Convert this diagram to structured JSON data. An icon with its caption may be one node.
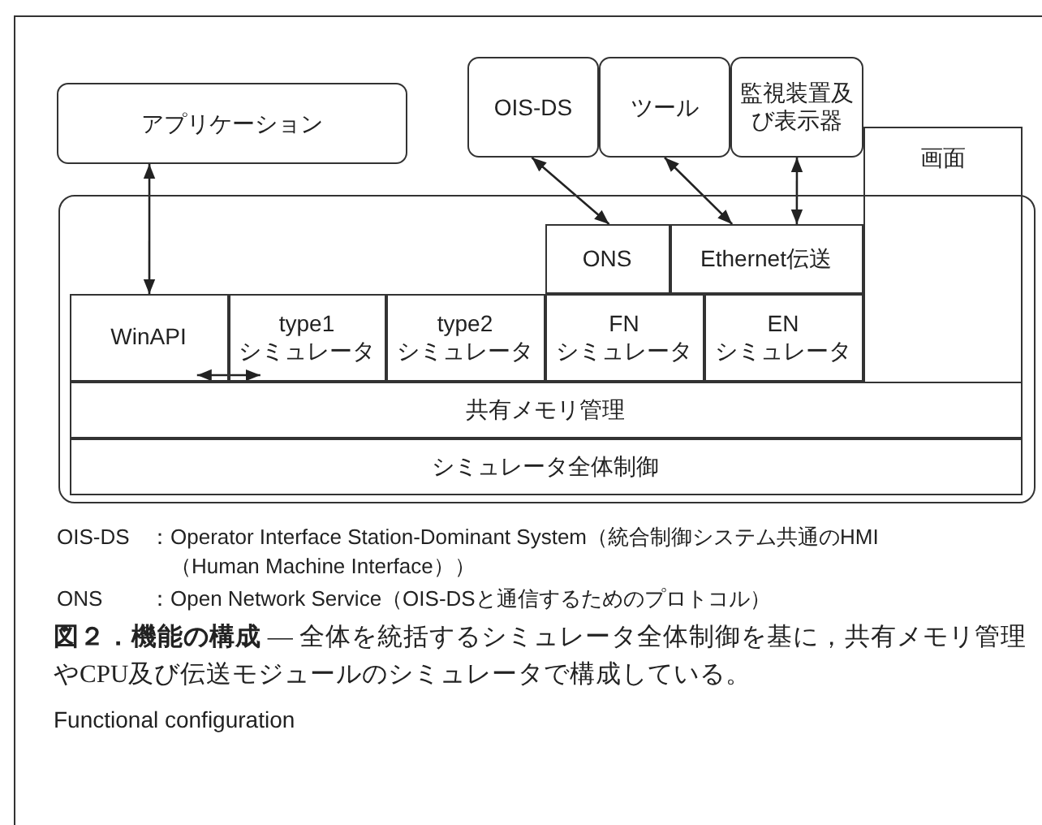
{
  "diagram": {
    "caption": "**図２．機能の構成** — 全体を統括するシミュレータ全体制御を基に，共有メモリ管理やCPU及び伝送モジュールのシミュレータで構成している。",
    "nodes": [
      {
        "text": [
          "アプリケーション"
        ]
      },
      {
        "text": [
          "OIS-DS"
        ]
      },
      {
        "text": [
          "ツール"
        ]
      },
      {
        "text": [
          "監視装置及び表示器"
        ]
      },
      {
        "text": [
          "画面"
        ]
      },
      {
        "text": [],
        "shape": "box"
      },
      {
        "text": [
          "ONS"
        ],
        "in": 5
      },
      {
        "text": [
          "Ethernet伝送"
        ],
        "in": 5
      },
      {
        "text": [
          "WinAPI"
        ],
        "in": 5
      },
      {
        "text": [
          "type1 シミュレータ"
        ],
        "in": 5
      },
      {
        "text": [
          "type2 シミュレータ"
        ],
        "in": 5
      },
      {
        "text": [
          "FN シミュレータ"
        ],
        "in": 5
      },
      {
        "text": [
          "EN シミュレータ"
        ],
        "in": 5
      },
      {
        "text": [
          "共有メモリ管理"
        ],
        "in": 5
      },
      {
        "text": [
          "シミュレータ全体制御"
        ],
        "in": 5
      }
    ],
    "edges": [
      {
        "from": 0,
        "to": 8,
        "arrow": "both"
      },
      {
        "from": 1,
        "to": 6,
        "arrow": "both"
      },
      {
        "from": 2,
        "to": 7,
        "arrow": "both"
      },
      {
        "from": 3,
        "to": 7,
        "arrow": "both"
      },
      {
        "from": 8,
        "to": 9,
        "arrow": "both"
      }
    ],
    "labels": [
      "OIS-DS",
      "：Operator Interface Station-Dominant System（統合制御システム共通のHMI（Human Machine Interface））",
      "ONS",
      "：Open Network Service（OIS-DSと通信するためのプロトコル）",
      "Functional configuration"
    ]
  }
}
